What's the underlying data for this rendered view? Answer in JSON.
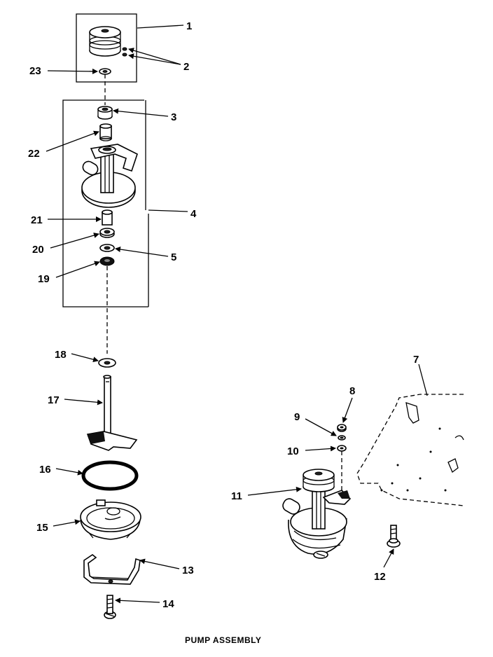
{
  "caption": "PUMP ASSEMBLY",
  "callouts": {
    "c1": "1",
    "c2": "2",
    "c3": "3",
    "c4": "4",
    "c5": "5",
    "c7": "7",
    "c8": "8",
    "c9": "9",
    "c10": "10",
    "c11": "11",
    "c12": "12",
    "c13": "13",
    "c14": "14",
    "c15": "15",
    "c16": "16",
    "c17": "17",
    "c18": "18",
    "c19": "19",
    "c20": "20",
    "c21": "21",
    "c22": "22",
    "c23": "23"
  },
  "colors": {
    "ink": "#000000",
    "paper": "#ffffff"
  }
}
